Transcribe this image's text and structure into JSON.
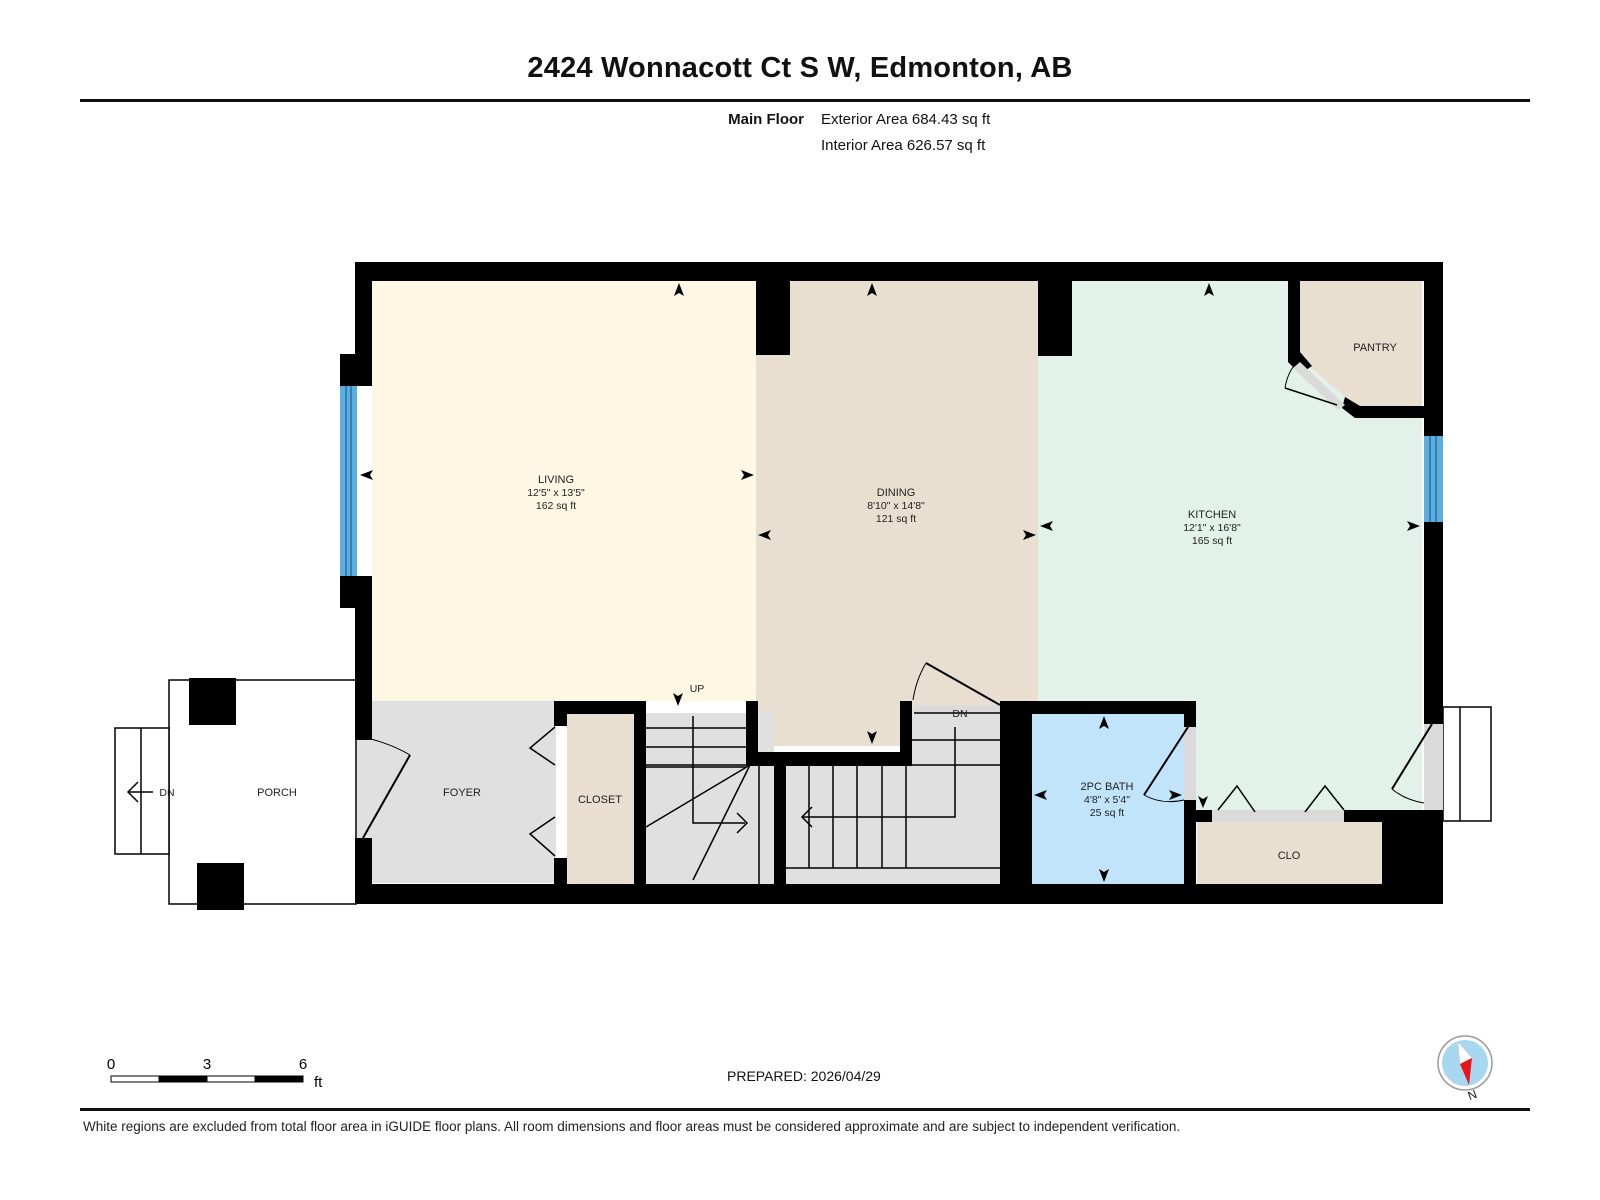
{
  "header": {
    "title": "2424 Wonnacott Ct S W, Edmonton, AB",
    "floor_name": "Main Floor",
    "exterior_area": "Exterior Area 684.43 sq ft",
    "interior_area": "Interior Area 626.57 sq ft"
  },
  "rooms": {
    "living": {
      "name": "LIVING",
      "dims": "12'5\" x 13'5\"",
      "area": "162 sq ft",
      "color": "#fdf7e4"
    },
    "dining": {
      "name": "DINING",
      "dims": "8'10\" x 14'8\"",
      "area": "121 sq ft",
      "color": "#e8dfd1"
    },
    "kitchen": {
      "name": "KITCHEN",
      "dims": "12'1\" x 16'8\"",
      "area": "165 sq ft",
      "color": "#e3f1eb"
    },
    "pantry": {
      "name": "PANTRY",
      "color": "#e8dfd1"
    },
    "porch": {
      "name": "PORCH",
      "color": "#ffffff"
    },
    "foyer": {
      "name": "FOYER",
      "color": "#e0e0e0"
    },
    "closet": {
      "name": "CLOSET",
      "color": "#e8dfd1"
    },
    "bath": {
      "name": "2PC BATH",
      "dims": "4'8\" x 5'4\"",
      "area": "25 sq ft",
      "color": "#c2e4fb"
    },
    "clo": {
      "name": "CLO",
      "color": "#e8dfd1"
    }
  },
  "stairs": {
    "up_label": "UP",
    "down_label": "DN",
    "porch_steps_label": "DN"
  },
  "colors": {
    "wall": "#000000",
    "window": "#5aaee0",
    "stair_fill": "#e0e0e0",
    "compass_circle": "#a8d8f0",
    "compass_red": "#e8141c"
  },
  "scale": {
    "ticks": [
      "0",
      "3",
      "6"
    ],
    "unit": "ft"
  },
  "footer": {
    "prepared": "PREPARED: 2026/04/29",
    "disclaimer": "White regions are excluded from total floor area in iGUIDE floor plans. All room dimensions and floor areas must be considered approximate and are subject to independent verification.",
    "compass_label": "N"
  }
}
